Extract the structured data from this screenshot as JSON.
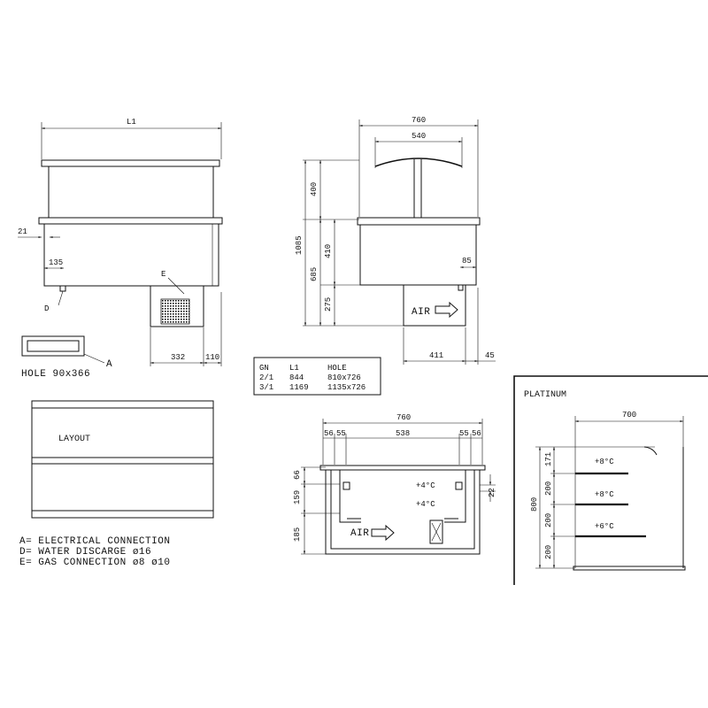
{
  "front_view": {
    "width_label": "L1",
    "dim_21": "21",
    "dim_135": "135",
    "label_d": "D",
    "label_e": "E",
    "dim_332": "332",
    "dim_110": "110"
  },
  "side_view": {
    "dim_760": "760",
    "dim_540": "540",
    "dim_400": "400",
    "dim_1085": "1085",
    "dim_410": "410",
    "dim_685": "685",
    "dim_275": "275",
    "dim_85": "85",
    "air_label": "AIR",
    "dim_411": "411",
    "dim_45": "45"
  },
  "hole": {
    "label": "HOLE 90x366",
    "pointer": "A"
  },
  "table": {
    "headers": [
      "GN",
      "L1",
      "HOLE"
    ],
    "rows": [
      [
        "2/1",
        "844",
        "810x726"
      ],
      [
        "3/1",
        "1169",
        "1135x726"
      ]
    ]
  },
  "layout": {
    "label": "LAYOUT"
  },
  "legend": [
    "A= ELECTRICAL CONNECTION",
    "D= WATER DISCARGE ø16",
    "E= GAS CONNECTION ø8 ø10"
  ],
  "section_view": {
    "dim_760": "760",
    "dims_top": [
      "56",
      "55",
      "538",
      "55",
      "56"
    ],
    "dim_66": "66",
    "dim_159": "159",
    "dim_185": "185",
    "dim_22": "22",
    "temps": [
      "+4°C",
      "+4°C"
    ],
    "air_label": "AIR"
  },
  "platinum": {
    "title": "PLATINUM",
    "dim_700": "700",
    "dim_800": "800",
    "shelf_dims": [
      "171",
      "200",
      "200",
      "200"
    ],
    "temps": [
      "+8°C",
      "+8°C",
      "+6°C"
    ]
  }
}
